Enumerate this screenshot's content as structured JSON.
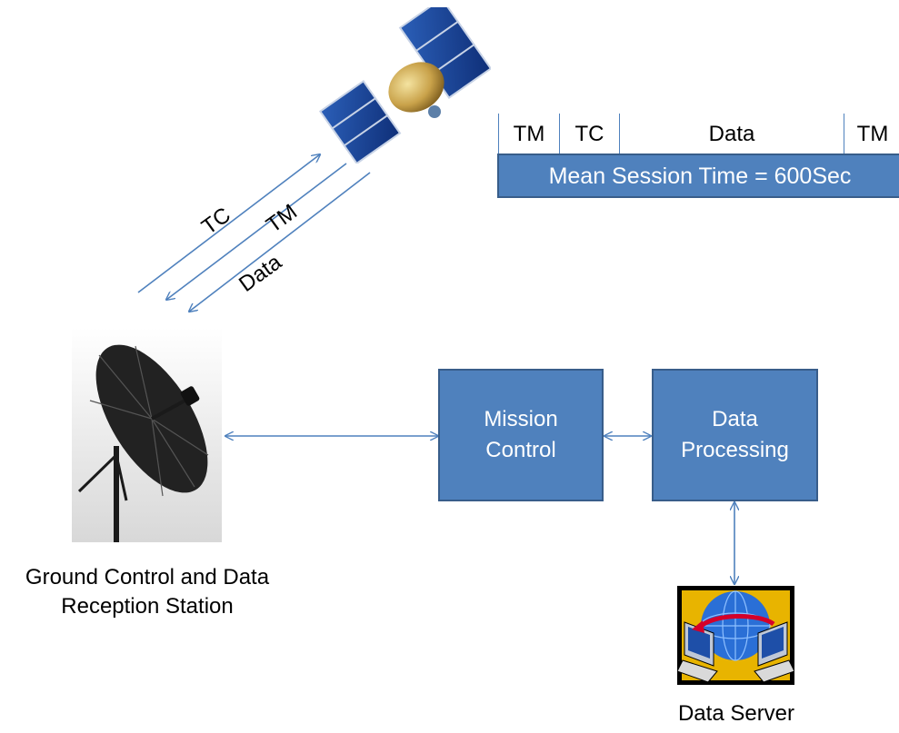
{
  "satellite": {
    "icon": "satellite-icon"
  },
  "links": {
    "tc": "TC",
    "tm": "TM",
    "data": "Data"
  },
  "session": {
    "segments": [
      "TM",
      "TC",
      "Data",
      "TM"
    ],
    "bar_label": "Mean Session Time = 600Sec"
  },
  "ground_station": {
    "icon": "satellite-dish-icon",
    "caption_line1": "Ground Control and Data",
    "caption_line2": "Reception Station"
  },
  "mission_control": {
    "line1": "Mission",
    "line2": "Control"
  },
  "data_processing": {
    "line1": "Data",
    "line2": "Processing"
  },
  "data_server": {
    "icon": "data-server-icon",
    "caption": "Data Server"
  },
  "colors": {
    "box_fill": "#4f81bd",
    "box_border": "#385d8a",
    "arrow": "#4f81bd"
  }
}
